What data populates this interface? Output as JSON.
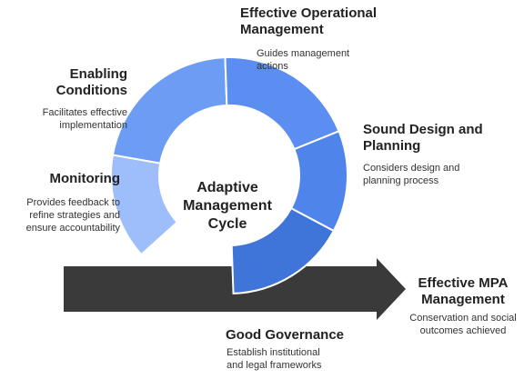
{
  "center_title": "Adaptive\nManagement Cycle",
  "stages": [
    {
      "id": "monitoring",
      "title": "Monitoring",
      "description": "Provides feedback to\nrefine strategies and\nensure accountability",
      "color": "#9dbdfb"
    },
    {
      "id": "enabling-conditions",
      "title": "Enabling\nConditions",
      "description": "Facilitates effective\nimplementation",
      "color": "#6d9cf5"
    },
    {
      "id": "effective-operational-management",
      "title": "Effective Operational\nManagement",
      "description": "Guides management\nactions",
      "color": "#5b8ef0"
    },
    {
      "id": "sound-design-and-planning",
      "title": "Sound Design and\nPlanning",
      "description": "Considers design and\nplanning process",
      "color": "#4f84ea"
    },
    {
      "id": "good-governance",
      "title": "Good Governance",
      "description": "Establish institutional\nand legal frameworks",
      "color": "#3f74d8"
    }
  ],
  "outcome": {
    "title": "Effective MPA\nManagement",
    "description": "Conservation and social\noutcomes achieved"
  },
  "colors": {
    "arrow": "#3a3a3a",
    "ring_edge": "#ffffff",
    "text": "#222222"
  }
}
